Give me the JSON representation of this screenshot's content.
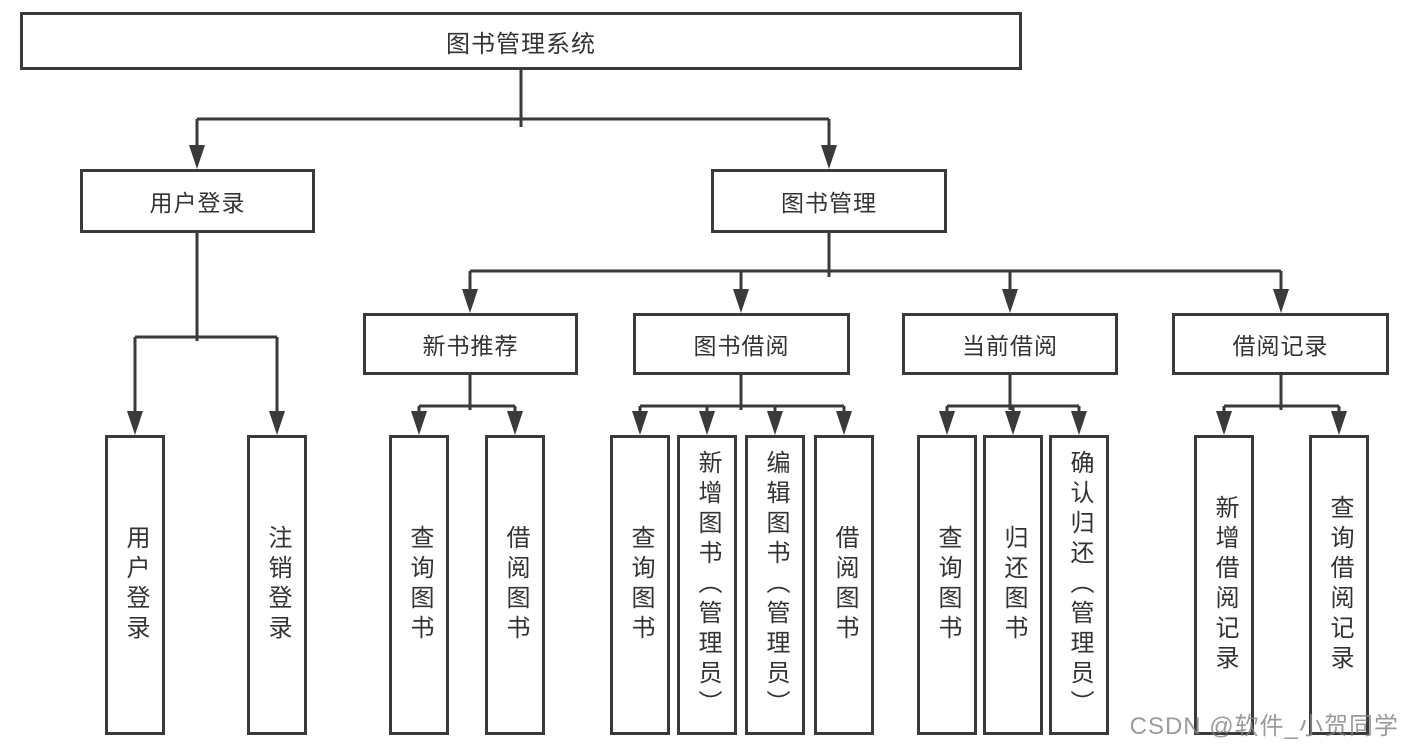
{
  "diagram": {
    "title": "图书管理系统",
    "branches": [
      {
        "label": "用户登录",
        "children": [
          {
            "label": "用户登录"
          },
          {
            "label": "注销登录"
          }
        ]
      },
      {
        "label": "图书管理",
        "children": [
          {
            "label": "新书推荐",
            "children": [
              {
                "label": "查询图书"
              },
              {
                "label": "借阅图书"
              }
            ]
          },
          {
            "label": "图书借阅",
            "children": [
              {
                "label": "查询图书"
              },
              {
                "label": "新增图书（管理员）"
              },
              {
                "label": "编辑图书（管理员）"
              },
              {
                "label": "借阅图书"
              }
            ]
          },
          {
            "label": "当前借阅",
            "children": [
              {
                "label": "查询图书"
              },
              {
                "label": "归还图书"
              },
              {
                "label": "确认归还（管理员）"
              }
            ]
          },
          {
            "label": "借阅记录",
            "children": [
              {
                "label": "新增借阅记录"
              },
              {
                "label": "查询借阅记录"
              }
            ]
          }
        ]
      }
    ]
  },
  "watermark": {
    "text": "CSDN @软件_小贺同学"
  },
  "colors": {
    "line": "#3a3a3a",
    "text": "#333333",
    "background": "#ffffff",
    "watermark": "#82858a"
  }
}
